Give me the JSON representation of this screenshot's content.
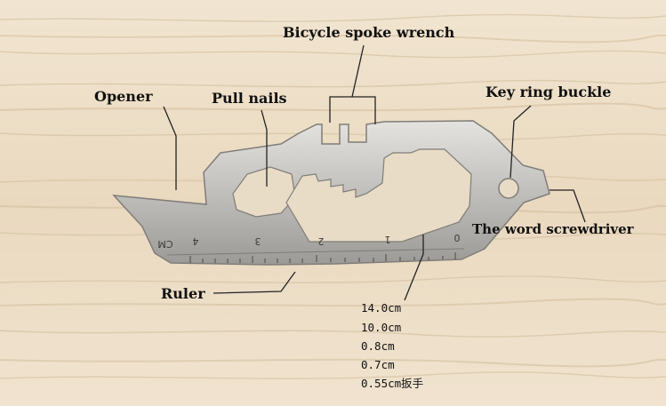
{
  "photo": {
    "subject": "wrench-shaped stainless steel multi-tool on wooden surface",
    "colors": {
      "wood_light": "#efe2cd",
      "wood_dark": "#d3bd9c",
      "steel_light": "#d9d8d4",
      "steel_dark": "#8a8987",
      "text": "#111111"
    }
  },
  "labels": {
    "bicycle_spoke_wrench": "Bicycle spoke wrench",
    "opener": "Opener",
    "pull_nails": "Pull nails",
    "key_ring_buckle": "Key ring buckle",
    "screwdriver": "The word screwdriver",
    "ruler": "Ruler"
  },
  "ruler": {
    "unit": "CM",
    "ticks": [
      "4",
      "3",
      "2",
      "1",
      "0"
    ]
  },
  "specs": [
    "14.0cm",
    "10.0cm",
    "0.8cm",
    "0.7cm",
    "0.55cm扳手"
  ]
}
